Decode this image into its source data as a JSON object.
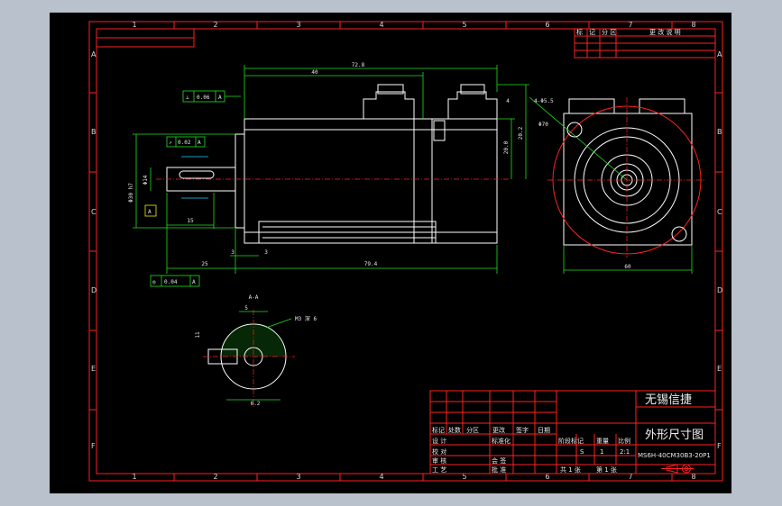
{
  "drawing": {
    "zone_columns": [
      "1",
      "2",
      "3",
      "4",
      "5",
      "6",
      "7",
      "8"
    ],
    "zone_rows": [
      "A",
      "B",
      "C",
      "D",
      "E",
      "F"
    ],
    "revision_header": {
      "mark": "标",
      "count": "记",
      "zone": "分 区",
      "description": "更 改 说 明"
    },
    "tolerance_frames": {
      "perpendicularity": {
        "symbol": "⊥",
        "value": "0.06",
        "datum": "A"
      },
      "runout": {
        "symbol": "↗",
        "value": "0.02",
        "datum": "A"
      },
      "concentricity": {
        "symbol": "◎",
        "value": "0.04",
        "datum": "A"
      },
      "datum_box": "A"
    },
    "dimensions": {
      "overall_top": "72.8",
      "top_inner": "40",
      "body_length": "79.4",
      "shaft_len": "25",
      "shaft_key": "15",
      "small_a": "3",
      "small_b": "3",
      "h1": "20.0",
      "h2": "20.2",
      "h3": "4",
      "dia_shaft": "Φ30 h7",
      "dia_small": "Φ14",
      "flange_hole": "4-Φ5.5",
      "pcd": "Φ70",
      "flange_width": "60",
      "section_label": "A-A",
      "section_key": "5",
      "section_depth": "M3 深 6",
      "section_width": "6.2",
      "section_h": "11"
    },
    "title_block": {
      "company": "无锡信捷",
      "drawing_title": "外形尺寸图",
      "part_number": "MS6H-40CM30B3-20P1",
      "header_cells": [
        "标记",
        "处数",
        "分区",
        "更改",
        "签字",
        "日期"
      ],
      "role_labels": [
        "设 计",
        "校 对",
        "审 核",
        "工 艺"
      ],
      "standardization": "标准化",
      "approval_cells": [
        "会 签",
        "批 准"
      ],
      "stage_label": "阶段标记",
      "weight_label": "重量",
      "scale_label": "比例",
      "stage_value": "S",
      "weight_value": "1",
      "scale_value": "2:1",
      "sheet_total": "共 1 张",
      "sheet_index": "第 1 张"
    }
  }
}
